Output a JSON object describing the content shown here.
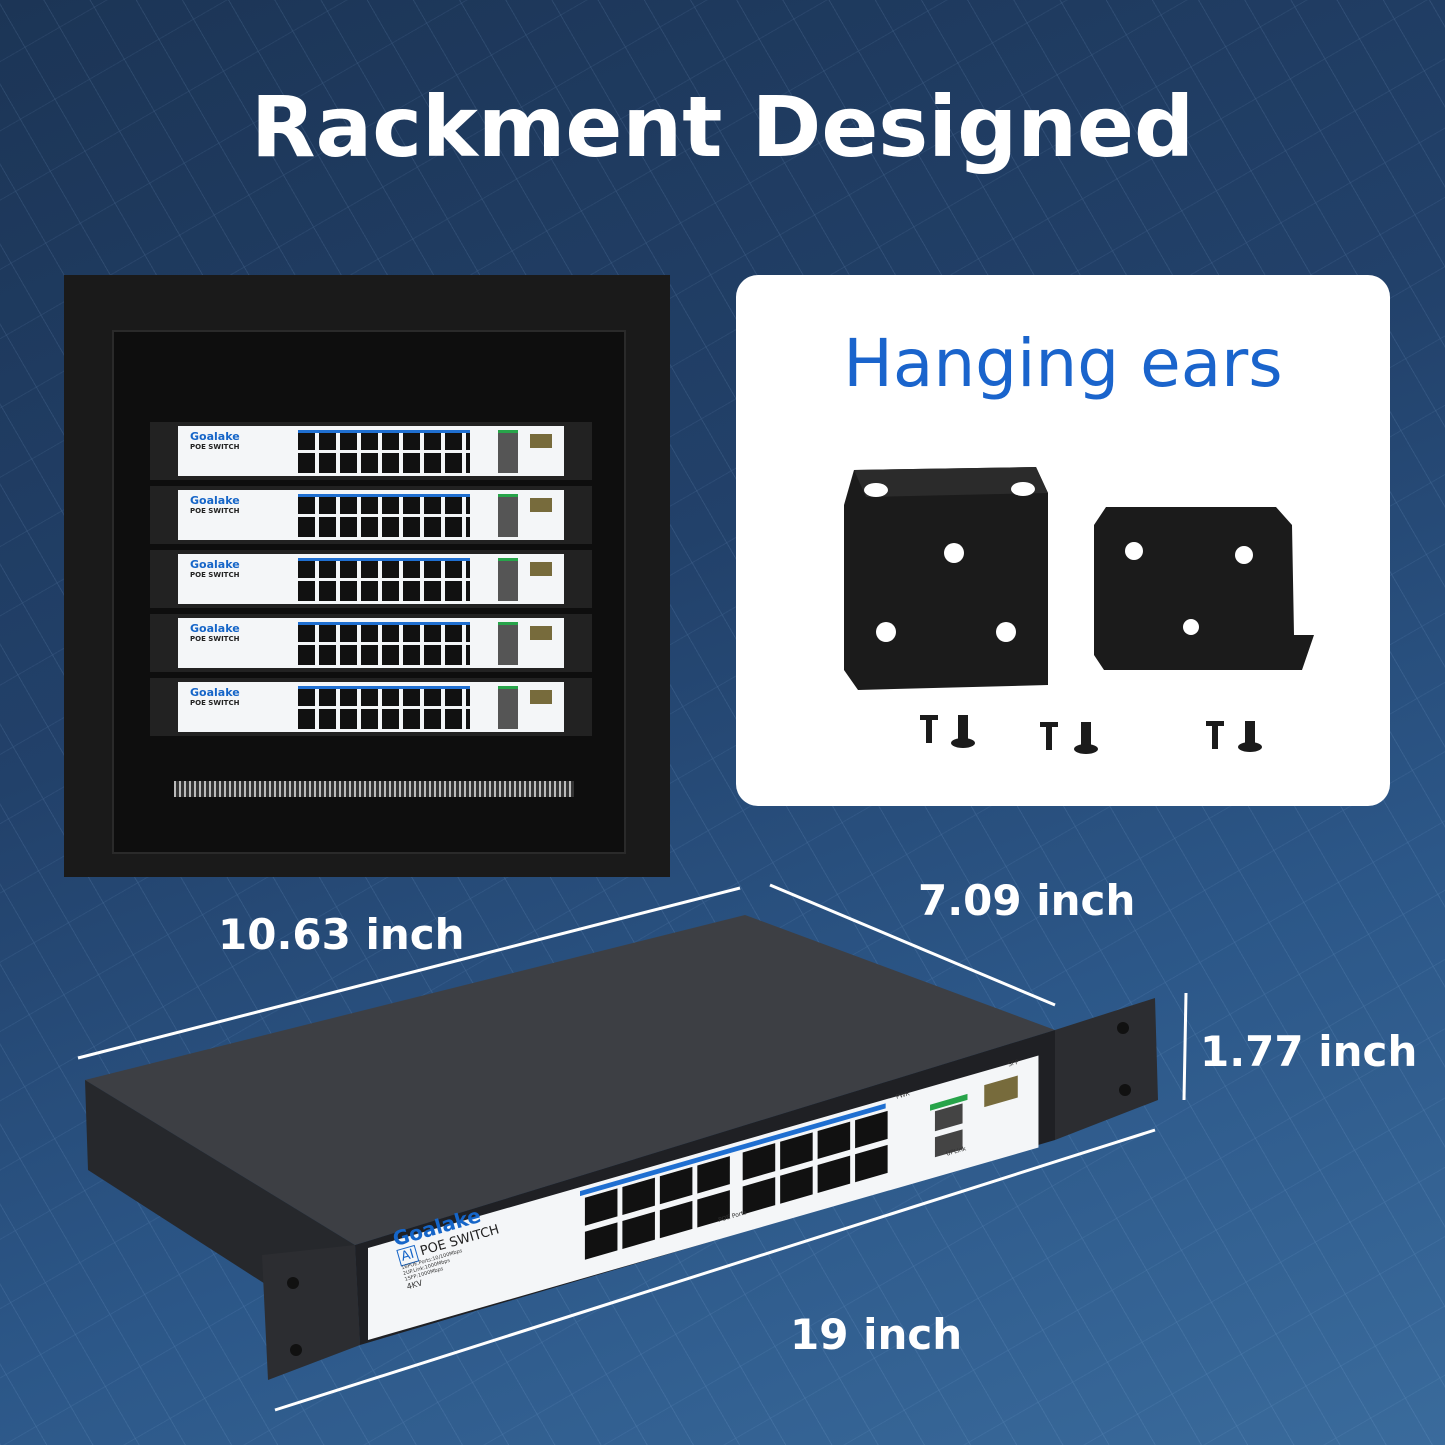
{
  "title": "Rackment Designed",
  "rack": {
    "brand": "Goalake",
    "model": "POE SWITCH",
    "unit_count": 5
  },
  "ears_card": {
    "heading": "Hanging ears"
  },
  "dimensions": {
    "depth": "10.63 inch",
    "width_top": "7.09 inch",
    "height": "1.77 inch",
    "width": "19 inch"
  },
  "switch": {
    "brand": "Goalake",
    "ai_badge": "AI",
    "model": "POE SWITCH",
    "specs": [
      "16POE.Ports:10/100Mbps",
      "2UP.Link:1000Mbps",
      "1SFP:1000Mbps"
    ],
    "surge": "4KV",
    "poe_label": "POE Ports",
    "uplink_label": "UPLink",
    "sfp_label": "SFP",
    "pwr_label": "PWR",
    "colors": {
      "port_strip": "#1f6fd1",
      "uplink_strip": "#27a44a",
      "brand": "#1565c8"
    }
  }
}
